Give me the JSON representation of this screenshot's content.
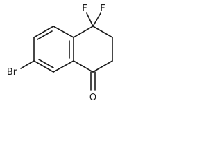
{
  "structure": {
    "atoms": {
      "bromine": "Br",
      "oxygen": "O",
      "fluorine_left": "F",
      "fluorine_right": "F"
    }
  }
}
